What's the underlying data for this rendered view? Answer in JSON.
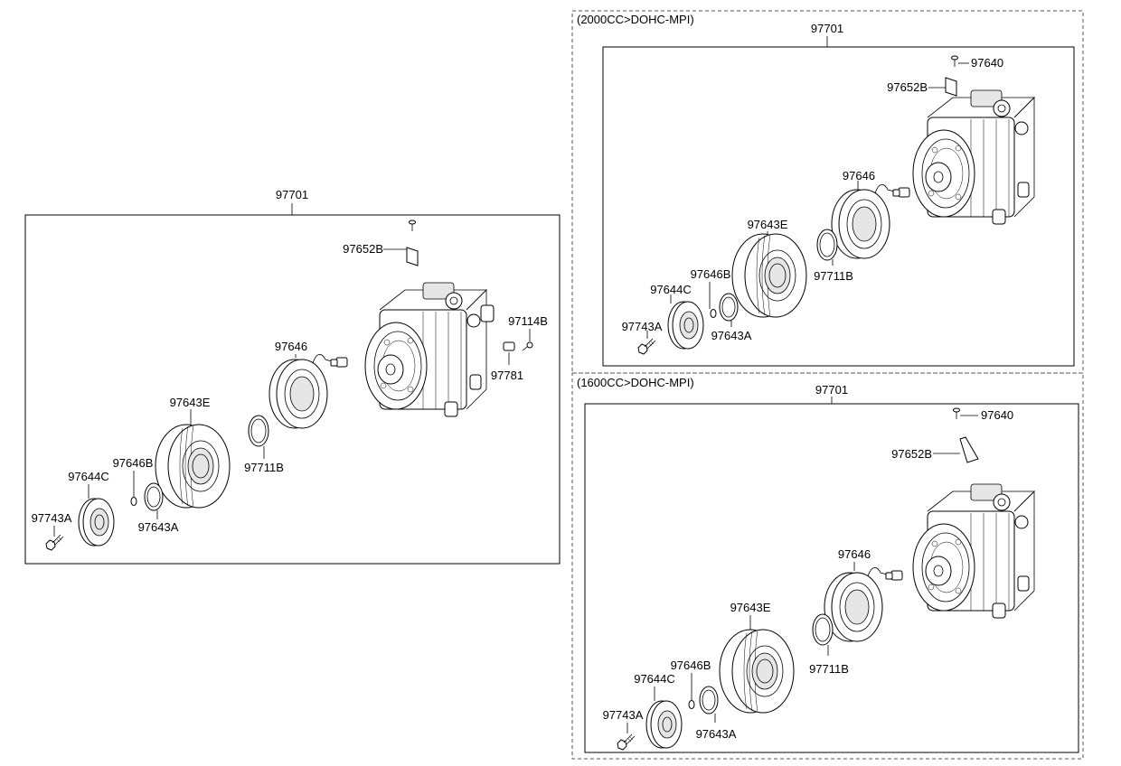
{
  "assemblies": [
    {
      "id": "main",
      "title": "97701",
      "parts": {
        "bracket": "97652B",
        "sensor_bolt": "97114B",
        "connector": "97781",
        "field_coil": "97646",
        "pulley": "97643E",
        "snap_ring_large": "97711B",
        "shim": "97646B",
        "hub": "97644C",
        "snap_ring_small": "97643A",
        "bolt": "97743A"
      }
    },
    {
      "id": "2000cc",
      "caption": "(2000CC>DOHC-MPI)",
      "title": "97701",
      "parts": {
        "screw": "97640",
        "bracket": "97652B",
        "field_coil": "97646",
        "pulley": "97643E",
        "snap_ring_large": "97711B",
        "shim": "97646B",
        "hub": "97644C",
        "snap_ring_small": "97643A",
        "bolt": "97743A"
      }
    },
    {
      "id": "1600cc",
      "caption": "(1600CC>DOHC-MPI)",
      "title": "97701",
      "parts": {
        "screw": "97640",
        "bracket": "97652B",
        "field_coil": "97646",
        "pulley": "97643E",
        "snap_ring_large": "97711B",
        "shim": "97646B",
        "hub": "97644C",
        "snap_ring_small": "97643A",
        "bolt": "97743A"
      }
    }
  ]
}
